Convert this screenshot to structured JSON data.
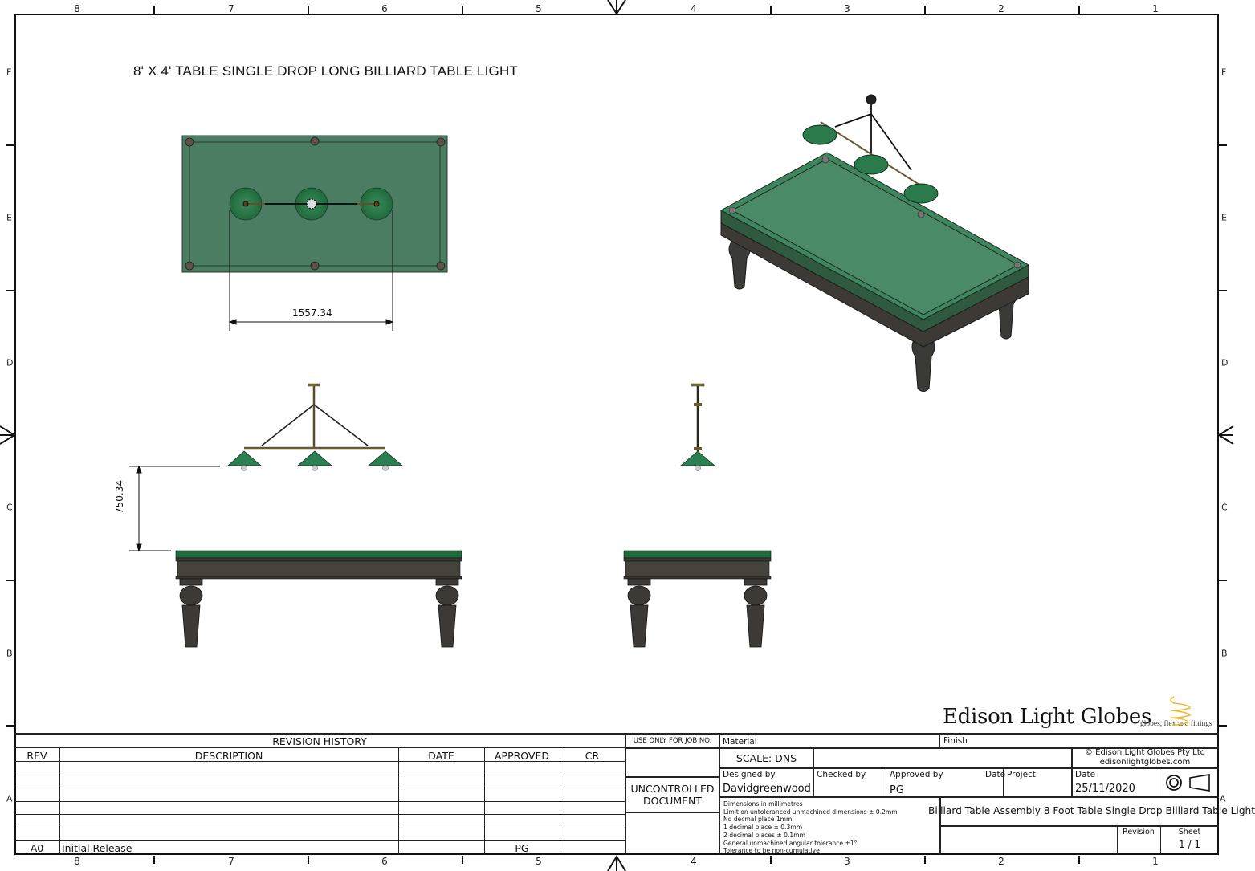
{
  "sheet": {
    "title": "8' X 4' TABLE SINGLE DROP LONG BILLIARD TABLE LIGHT",
    "zones_top": [
      "8",
      "7",
      "6",
      "5",
      "4",
      "3",
      "2",
      "1"
    ],
    "zones_bottom": [
      "8",
      "7",
      "6",
      "5",
      "4",
      "3",
      "2",
      "1"
    ],
    "zones_left": [
      "F",
      "E",
      "D",
      "C",
      "B",
      "A"
    ],
    "zones_right": [
      "F",
      "E",
      "D",
      "C",
      "B",
      "A"
    ]
  },
  "views": {
    "top_view": {
      "label": "top-view",
      "dimension": "1557.34",
      "felt_color": "#4a7d62",
      "shade_color": "#2e7a4a"
    },
    "front_view": {
      "label": "front-elevation",
      "dimension": "750.34"
    },
    "side_view": {
      "label": "side-elevation"
    },
    "iso_view": {
      "label": "isometric-view"
    }
  },
  "colors": {
    "felt": "#4a8a66",
    "felt_dark": "#2f6e4a",
    "wood": "#3d3a35",
    "brass": "#7a6a3a",
    "shade": "#2b8052"
  },
  "revision_history": {
    "title": "REVISION HISTORY",
    "columns": [
      "REV",
      "DESCRIPTION",
      "DATE",
      "APPROVED",
      "CR"
    ],
    "rows": [
      [
        "",
        "",
        "",
        "",
        ""
      ],
      [
        "",
        "",
        "",
        "",
        ""
      ],
      [
        "",
        "",
        "",
        "",
        ""
      ],
      [
        "",
        "",
        "",
        "",
        ""
      ],
      [
        "",
        "",
        "",
        "",
        ""
      ],
      [
        "",
        "",
        "",
        "",
        ""
      ],
      [
        "A0",
        "Initial Release",
        "",
        "PG",
        ""
      ]
    ]
  },
  "title_block": {
    "job_no_label": "USE ONLY FOR JOB NO.",
    "uncontrolled_line1": "UNCONTROLLED",
    "uncontrolled_line2": "DOCUMENT",
    "material_label": "Material",
    "finish_label": "Finish",
    "scale": "SCALE: DNS",
    "copyright_line1": "© Edison Light Globes Pty Ltd",
    "copyright_line2": "edisonlightglobes.com",
    "designed_by_label": "Designed by",
    "designed_by": "Davidgreenwood",
    "checked_by_label": "Checked by",
    "checked_by": "",
    "approved_by_label": "Approved by",
    "approved_by": "PG",
    "approved_date_label": "Date",
    "project_label": "Project",
    "date_label": "Date",
    "date": "25/11/2020",
    "notes": [
      "Dimensions in millimetres",
      "Limit on untoleranced unmachined dimensions ± 0.2mm",
      "No decmal place  1mm",
      "1 decimal place ± 0.3mm",
      "2 decimal places ± 0.1mm",
      "General unmachined angular tolerance ±1°",
      "Tolerance to be non-cumulative"
    ],
    "drawing_name": "Billiard Table Assembly 8 Foot Table Single Drop Billiard Table Light",
    "revision_label": "Revision",
    "revision": "",
    "sheet_label": "Sheet",
    "sheet": "1 / 1",
    "projection_icon": "third-angle-projection-icon"
  },
  "brand": {
    "name": "Edison Light Globes",
    "tagline": "globes, flex and fittings",
    "logo_color": "#f0b830"
  }
}
